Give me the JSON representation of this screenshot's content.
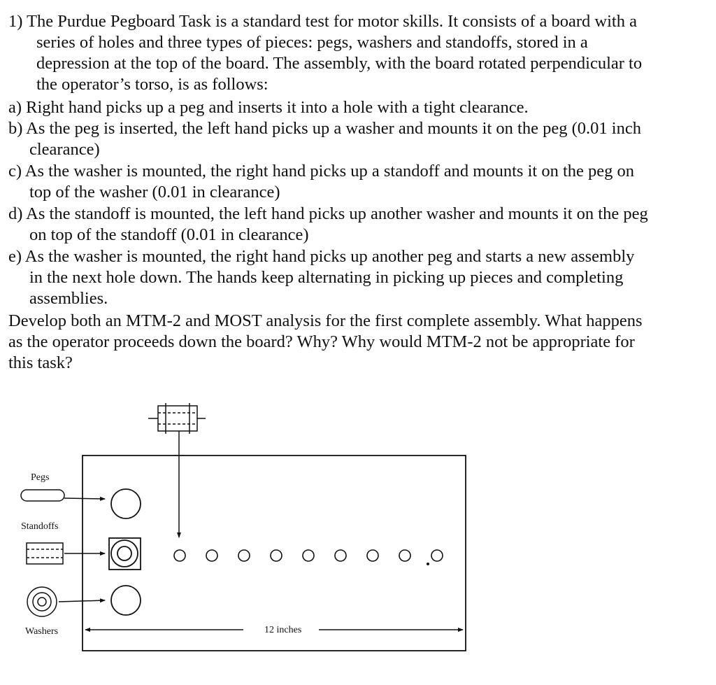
{
  "question": {
    "intro": [
      "1) The Purdue Pegboard Task is a standard test for motor skills. It consists of a board with a",
      "series of holes and three types of pieces: pegs, washers and standoffs, stored in a",
      "depression at the top of the board. The assembly, with the board rotated perpendicular to",
      "the operator’s torso, is as follows:"
    ],
    "steps": [
      [
        "a) Right hand picks up a peg and inserts it into a hole with a tight clearance."
      ],
      [
        "b) As the peg is inserted, the left hand picks up a washer and mounts it on the peg (0.01 inch",
        "clearance)"
      ],
      [
        "c) As the washer is mounted, the right hand picks up a standoff and mounts it on the peg on",
        "top of the washer (0.01 in clearance)"
      ],
      [
        "d) As the standoff is mounted, the left hand picks up another washer and mounts it on the peg",
        "on top of the standoff (0.01 in clearance)"
      ],
      [
        "e) As the washer is mounted, the right hand picks up another peg and starts a new assembly",
        "in the next hole down. The hands keep alternating in picking up pieces and completing",
        "assemblies."
      ]
    ],
    "closing": [
      "Develop both an MTM-2 and MOST analysis for the first complete assembly. What happens",
      "as the operator proceeds down the board? Why? Why would MTM-2 not be appropriate for",
      "this task?"
    ]
  },
  "figure": {
    "labels": {
      "pegs": "Pegs",
      "standoffs": "Standoffs",
      "washers": "Washers",
      "dimension": "12 inches"
    },
    "hole_count": 9
  }
}
